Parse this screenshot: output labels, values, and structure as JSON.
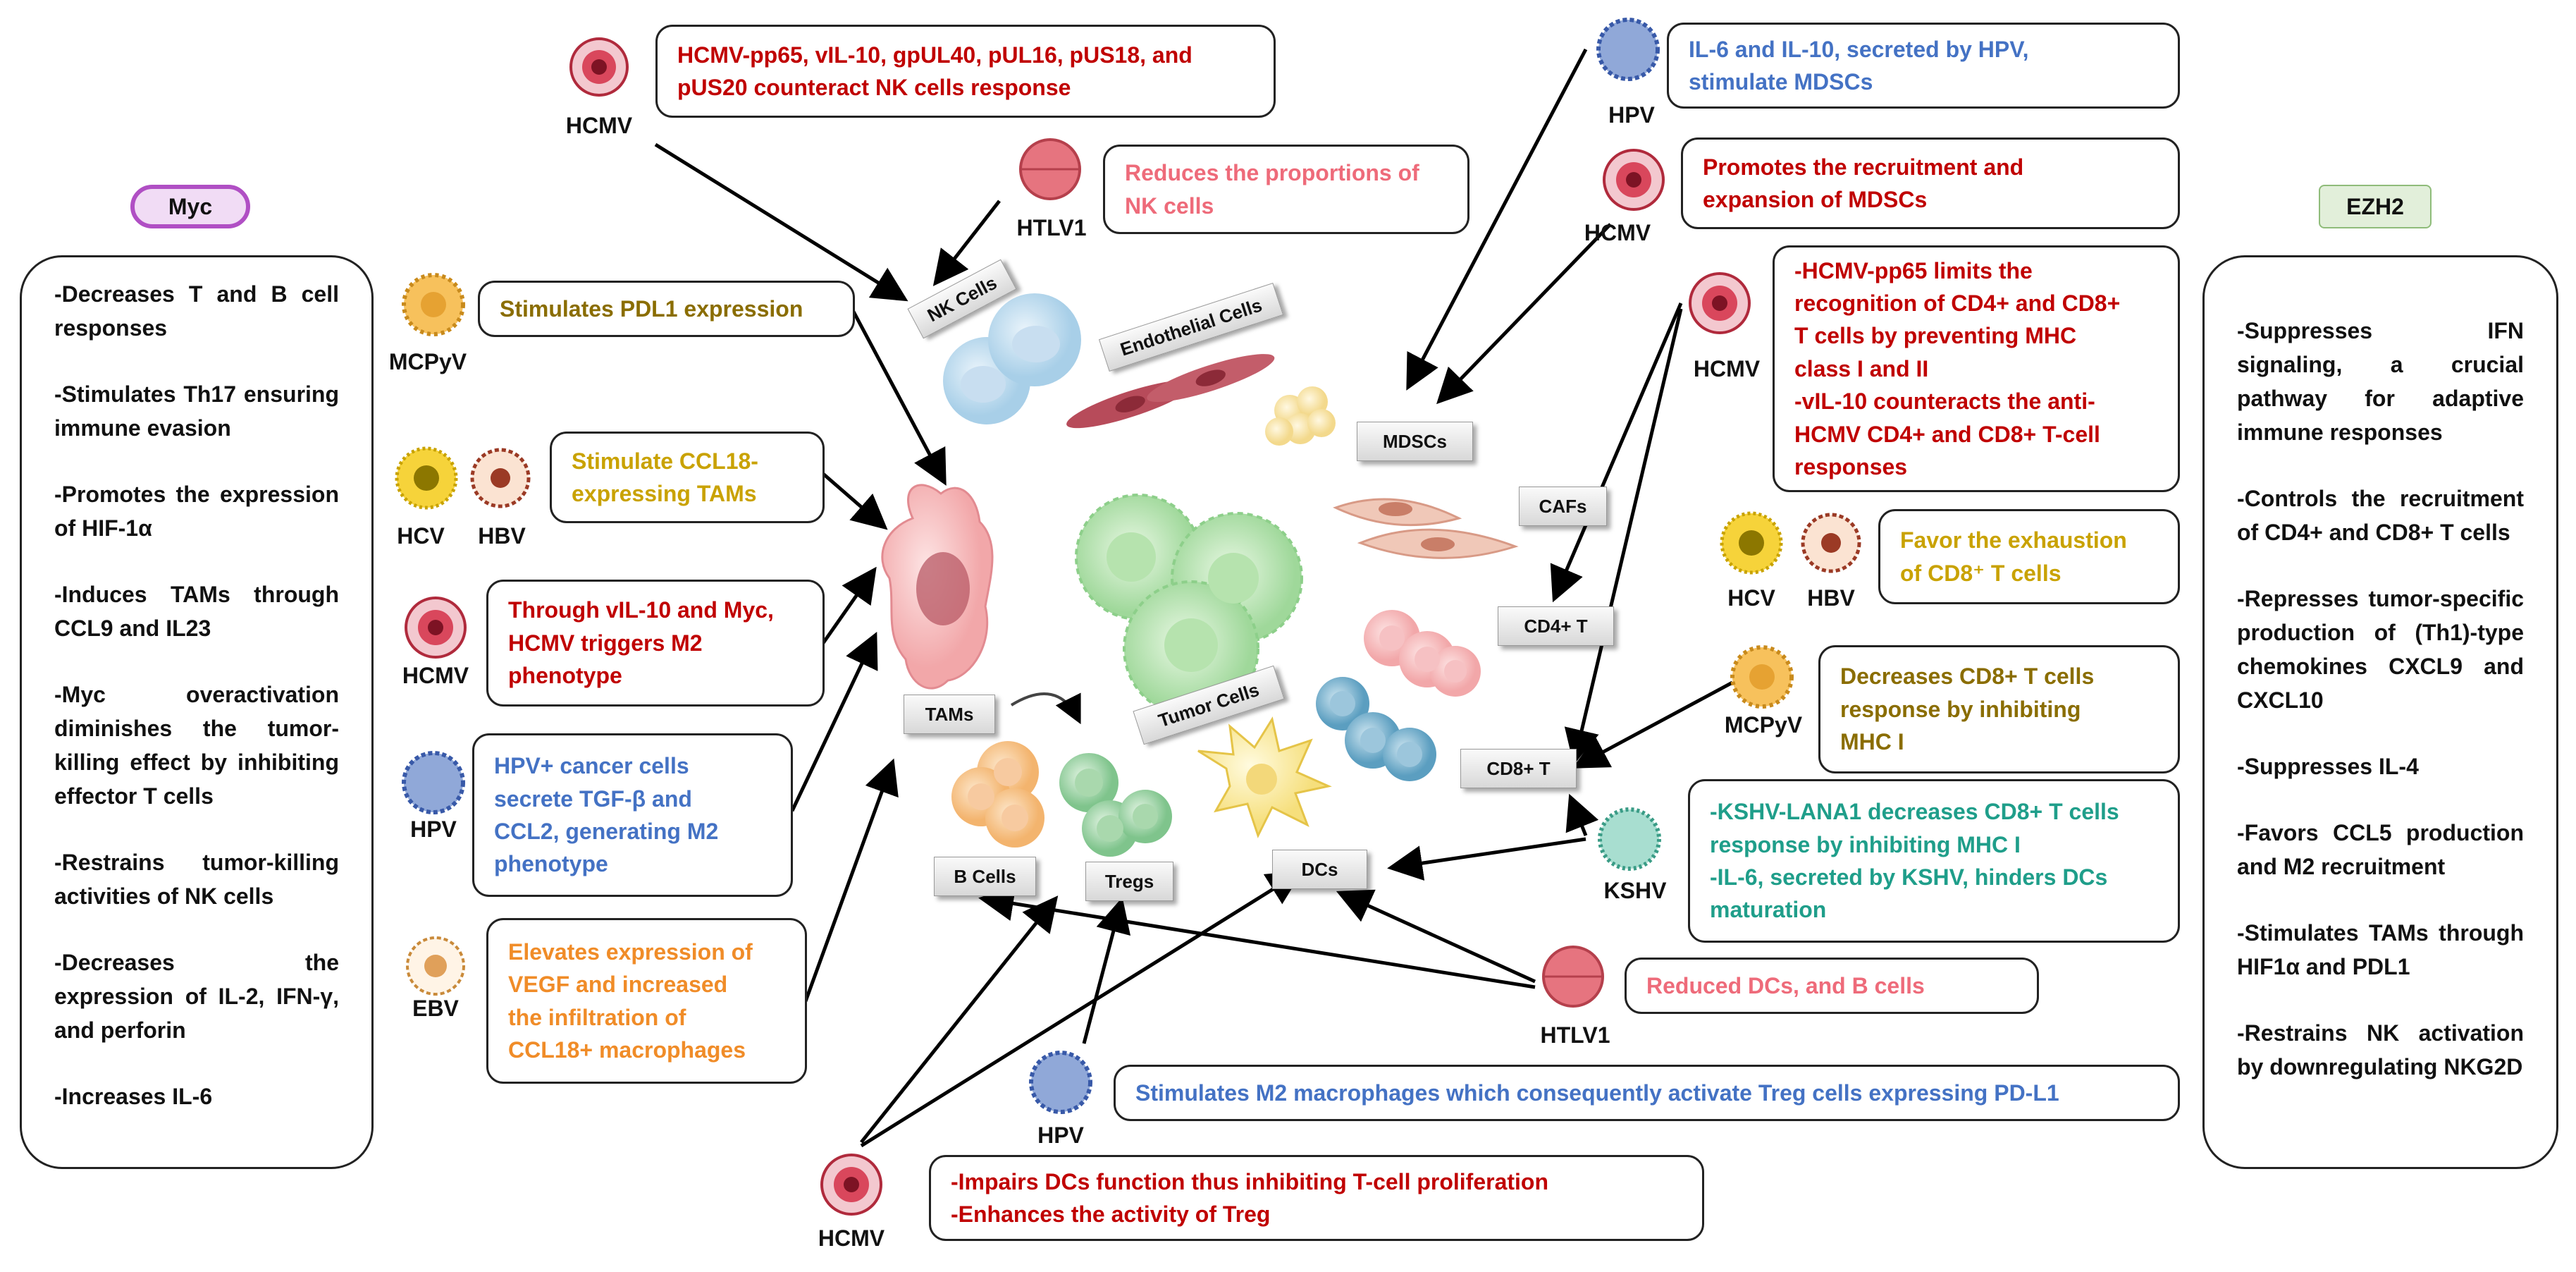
{
  "colors": {
    "red": "#c00000",
    "pink": "#ee6b7a",
    "blue": "#4472c4",
    "olive": "#8a6d00",
    "gold": "#c9a200",
    "orange": "#f08c28",
    "teal": "#1f9e8a",
    "myc_border": "#b04fc4",
    "myc_fill": "#f1dcf5",
    "ezh2_fill": "#e2efda"
  },
  "myc": {
    "title": "Myc",
    "items": [
      "-Decreases T and B cell responses",
      "-Stimulates Th17 ensuring immune evasion",
      "-Promotes the expression of HIF-1α",
      "-Induces TAMs through CCL9 and IL23",
      "-Myc overactivation diminishes the tumor-killing effect by inhibiting effector T cells",
      "-Restrains tumor-killing activities of NK cells",
      "-Decreases the expression of IL-2, IFN-γ, and perforin",
      "-Increases IL-6"
    ]
  },
  "ezh2": {
    "title": "EZH2",
    "items": [
      "-Suppresses IFN signaling, a crucial pathway for adaptive immune responses",
      "-Controls the recruitment of CD4+ and CD8+ T cells",
      "-Represses tumor-specific production of (Th1)-type chemokines CXCL9 and CXCL10",
      "-Suppresses IL-4",
      "-Favors CCL5 production and M2 recruitment",
      "-Stimulates TAMs through HIF1α and PDL1",
      "-Restrains NK activation by downregulating NKG2D"
    ]
  },
  "virus_labels": {
    "hcmv_top": "HCMV",
    "htlv1_top": "HTLV1",
    "mcpyv_left": "MCPyV",
    "hcv_left": "HCV",
    "hbv_left": "HBV",
    "hcmv_left": "HCMV",
    "hpv_left": "HPV",
    "ebv_left": "EBV",
    "hcmv_bottom": "HCMV",
    "hpv_bottom": "HPV",
    "htlv1_bottom": "HTLV1",
    "hpv_right": "HPV",
    "hcmv_right1": "HCMV",
    "hcmv_right2": "HCMV",
    "hcv_right": "HCV",
    "hbv_right": "HBV",
    "mcpyv_right": "MCPyV",
    "kshv_right": "KSHV"
  },
  "cell_tags": {
    "nk": "NK Cells",
    "endothelial": "Endothelial Cells",
    "mdscs": "MDSCs",
    "cafs": "CAFs",
    "cd4": "CD4+ T",
    "cd8": "CD8+ T",
    "tams": "TAMs",
    "tumor": "Tumor Cells",
    "bcells": "B Cells",
    "tregs": "Tregs",
    "dcs": "DCs"
  },
  "boxes": {
    "hcmv_nk": [
      "HCMV-pp65, vIL-10, gpUL40, pUL16, pUS18, and",
      "pUS20 counteract NK cells response"
    ],
    "htlv1_nk": [
      "Reduces the proportions of",
      "NK cells"
    ],
    "mcpyv_pdl1": [
      "Stimulates PDL1 expression"
    ],
    "hcv_ccl18": [
      "Stimulate CCL18-",
      "expressing TAMs"
    ],
    "hcmv_m2": [
      "Through vIL-10 and Myc,",
      "HCMV triggers M2",
      "phenotype"
    ],
    "hpv_m2": [
      "HPV+ cancer cells",
      "secrete TGF-β and",
      "CCL2, generating M2",
      "phenotype"
    ],
    "ebv_vegf": [
      "Elevates expression of",
      "VEGF and increased",
      "the infiltration of",
      "CCL18+ macrophages"
    ],
    "hpv_mdsc": [
      "IL-6 and IL-10, secreted by HPV,",
      "stimulate MDSCs"
    ],
    "hcmv_mdsc": [
      "Promotes the recruitment and",
      "expansion of MDSCs"
    ],
    "hcmv_cd": [
      "-HCMV-pp65 limits the",
      "recognition of CD4+ and CD8+",
      "T cells by preventing MHC",
      "class I and II",
      "-vIL-10 counteracts the anti-",
      "HCMV CD4+ and CD8+ T-cell",
      "responses"
    ],
    "hcv_exhaust": [
      "Favor the exhaustion",
      "of CD8⁺ T cells"
    ],
    "mcpyv_cd8": [
      "Decreases CD8+ T cells",
      "response by inhibiting",
      "MHC I"
    ],
    "kshv_box": [
      "-KSHV-LANA1 decreases CD8+ T cells",
      "response by inhibiting MHC I",
      "-IL-6, secreted by KSHV, hinders DCs",
      "maturation"
    ],
    "htlv1_dcs": [
      "Reduced DCs, and B cells"
    ],
    "hpv_treg": [
      "Stimulates M2 macrophages which consequently activate Treg cells expressing PD-L1"
    ],
    "hcmv_dcs": [
      "-Impairs DCs function thus inhibiting T-cell proliferation",
      "-Enhances the activity of Treg"
    ]
  }
}
